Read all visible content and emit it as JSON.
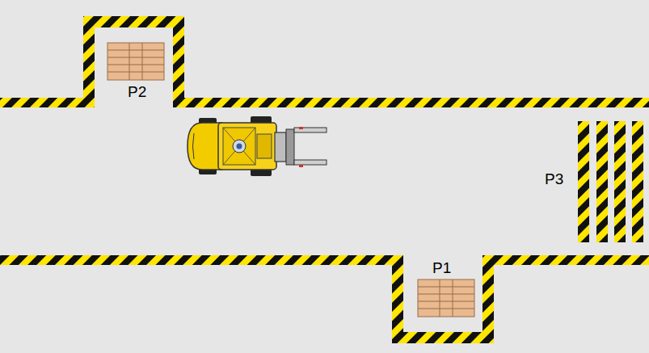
{
  "diagram": {
    "labels": [
      "P2",
      "P3",
      "P1"
    ]
  }
}
